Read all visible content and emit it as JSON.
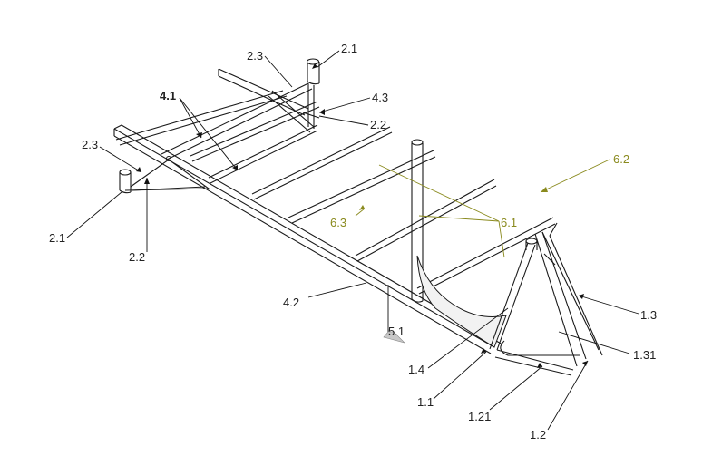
{
  "labels": {
    "l_2_1_top": "2.1",
    "l_2_3_top": "2.3",
    "l_4_1": "4.1",
    "l_4_3": "4.3",
    "l_2_2_top": "2.2",
    "l_2_3_left": "2.3",
    "l_2_1_left": "2.1",
    "l_2_2_left": "2.2",
    "l_6_2": "6.2",
    "l_6_3": "6.3",
    "l_6_1": "6.1",
    "l_4_2": "4.2",
    "l_5_1": "5.1",
    "l_1_3": "1.3",
    "l_1_31": "1.31",
    "l_1_4": "1.4",
    "l_1_1": "1.1",
    "l_1_21": "1.21",
    "l_1_2": "1.2"
  },
  "colors": {
    "line": "#1a1a1a",
    "annotation_olive": "#8a8a1e",
    "background": "#ffffff"
  }
}
